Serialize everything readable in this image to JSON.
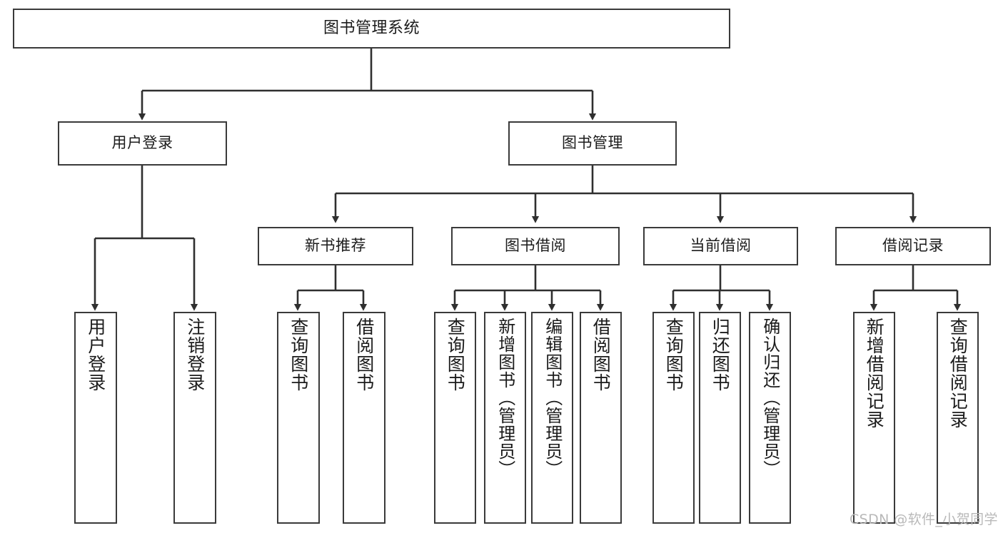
{
  "diagram": {
    "type": "tree",
    "title": "图书管理系统",
    "orientation": "top-down",
    "root": {
      "id": "root",
      "label": "图书管理系统",
      "text_direction": "horizontal"
    },
    "level2": [
      {
        "id": "user-login",
        "label": "用户登录",
        "text_direction": "horizontal"
      },
      {
        "id": "book-manage",
        "label": "图书管理",
        "text_direction": "horizontal"
      }
    ],
    "level3": [
      {
        "id": "new-book-rec",
        "label": "新书推荐",
        "parent": "book-manage",
        "text_direction": "horizontal"
      },
      {
        "id": "book-borrow",
        "label": "图书借阅",
        "parent": "book-manage",
        "text_direction": "horizontal"
      },
      {
        "id": "current-borrow",
        "label": "当前借阅",
        "parent": "book-manage",
        "text_direction": "horizontal"
      },
      {
        "id": "borrow-record",
        "label": "借阅记录",
        "parent": "book-manage",
        "text_direction": "horizontal"
      }
    ],
    "leaves": [
      {
        "id": "leaf-user-login",
        "label": "用户登录",
        "parent": "user-login",
        "text_direction": "vertical"
      },
      {
        "id": "leaf-user-logout",
        "label": "注销登录",
        "parent": "user-login",
        "text_direction": "vertical"
      },
      {
        "id": "leaf-rec-query",
        "label": "查询图书",
        "parent": "new-book-rec",
        "text_direction": "vertical"
      },
      {
        "id": "leaf-rec-borrow",
        "label": "借阅图书",
        "parent": "new-book-rec",
        "text_direction": "vertical"
      },
      {
        "id": "leaf-borrow-query",
        "label": "查询图书",
        "parent": "book-borrow",
        "text_direction": "vertical"
      },
      {
        "id": "leaf-borrow-add",
        "label": "新增图书（管理员）",
        "parent": "book-borrow",
        "text_direction": "vertical"
      },
      {
        "id": "leaf-borrow-edit",
        "label": "编辑图书（管理员）",
        "parent": "book-borrow",
        "text_direction": "vertical"
      },
      {
        "id": "leaf-borrow-lend",
        "label": "借阅图书",
        "parent": "book-borrow",
        "text_direction": "vertical"
      },
      {
        "id": "leaf-cur-query",
        "label": "查询图书",
        "parent": "current-borrow",
        "text_direction": "vertical"
      },
      {
        "id": "leaf-cur-return",
        "label": "归还图书",
        "parent": "current-borrow",
        "text_direction": "vertical"
      },
      {
        "id": "leaf-cur-confirm",
        "label": "确认归还（管理员）",
        "parent": "current-borrow",
        "text_direction": "vertical"
      },
      {
        "id": "leaf-rec-add",
        "label": "新增借阅记录",
        "parent": "borrow-record",
        "text_direction": "vertical"
      },
      {
        "id": "leaf-rec-query2",
        "label": "查询借阅记录",
        "parent": "borrow-record",
        "text_direction": "vertical"
      }
    ],
    "colors": {
      "background": "#ffffff",
      "box_border": "#3a3a3a",
      "box_fill": "#ffffff",
      "text": "#1b1b1b",
      "edge": "#2f2f2f",
      "watermark": "#b9b9b9"
    }
  },
  "watermark": {
    "text": "CSDN @软件_小贺同学"
  }
}
